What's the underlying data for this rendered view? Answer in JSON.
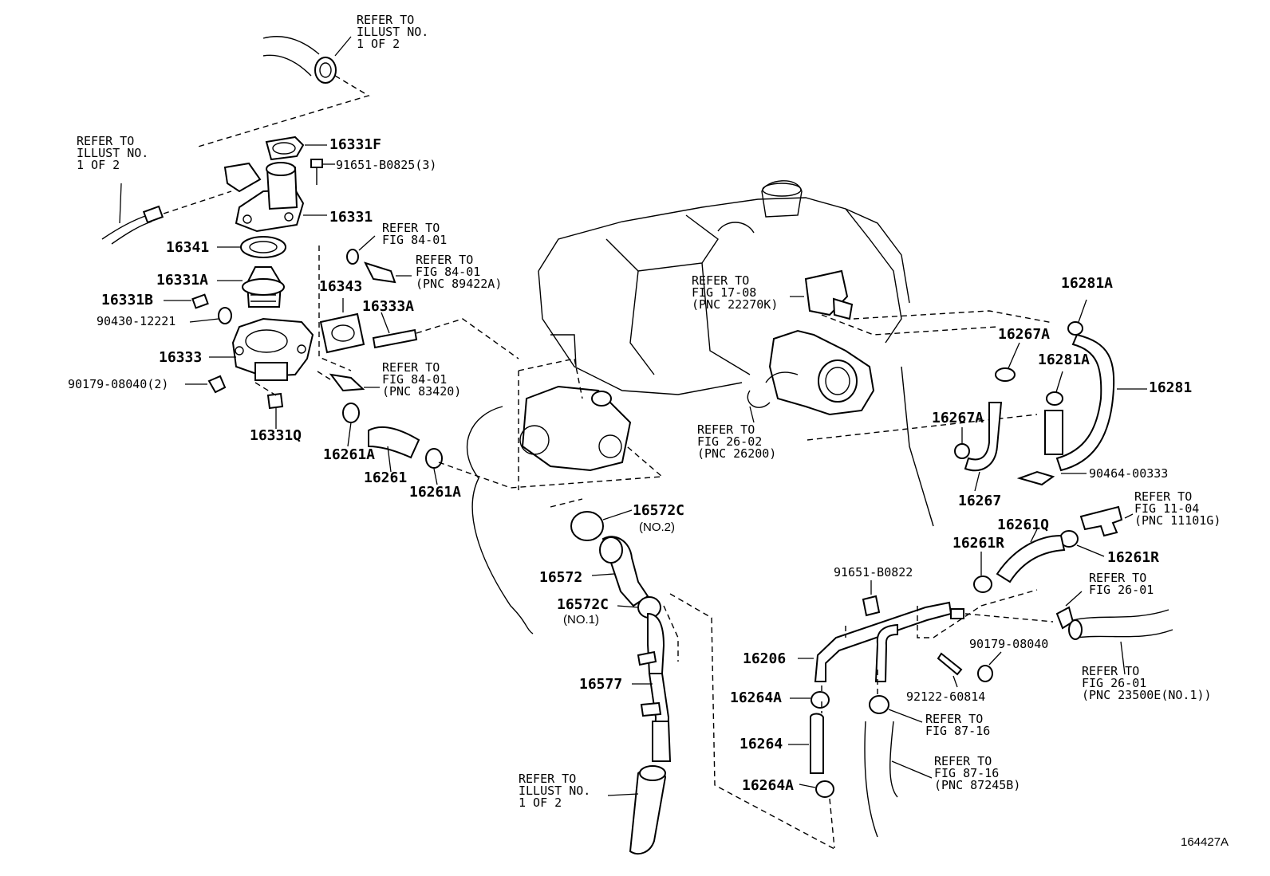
{
  "labels": {
    "ref_top": "REFER TO\nILLUST NO.\n1 OF 2",
    "ref_left": "REFER TO\nILLUST NO.\n1 OF 2",
    "ref_bottom": "REFER TO\nILLUST NO.\n1 OF 2",
    "p16331F": "16331F",
    "p91651_B0825": "91651-B0825(3)",
    "p16331": "16331",
    "p16341": "16341",
    "p16331A": "16331A",
    "p16331B": "16331B",
    "p90430_12221": "90430-12221",
    "p16333": "16333",
    "p90179_08040_2": "90179-08040(2)",
    "p16331Q": "16331Q",
    "ref_fig84_a": "REFER TO\nFIG 84-01",
    "ref_fig84_b": "REFER TO\nFIG 84-01\n(PNC 89422A)",
    "p16343": "16343",
    "p16333A": "16333A",
    "ref_fig84_c": "REFER TO\nFIG 84-01\n(PNC 83420)",
    "p16261A_1": "16261A",
    "p16261": "16261",
    "p16261A_2": "16261A",
    "ref_fig17": "REFER TO\nFIG 17-08\n(PNC 22270K)",
    "ref_fig26_02": "REFER TO\nFIG 26-02\n(PNC 26200)",
    "p16281A_1": "16281A",
    "p16267A_1": "16267A",
    "p16281A_2": "16281A",
    "p16281": "16281",
    "p16267A_2": "16267A",
    "p16267": "16267",
    "p90464_00333": "90464-00333",
    "ref_fig11": "REFER TO\nFIG 11-04\n(PNC 11101G)",
    "p16261Q": "16261Q",
    "p16261R_1": "16261R",
    "p16261R_2": "16261R",
    "p16572C_1": "16572C",
    "no2": "(NO.2)",
    "p16572": "16572",
    "p16572C_2": "16572C",
    "no1": "(NO.1)",
    "p16577": "16577",
    "p91651_B0822": "91651-B0822",
    "ref_fig26_01_a": "REFER TO\nFIG 26-01",
    "p90179_08040": "90179-08040",
    "p16206": "16206",
    "p92122_60814": "92122-60814",
    "ref_fig26_01_b": "REFER TO\nFIG 26-01\n(PNC 23500E(NO.1))",
    "p16264A_1": "16264A",
    "ref_fig87_a": "REFER TO\nFIG 87-16",
    "p16264": "16264",
    "ref_fig87_b": "REFER TO\nFIG 87-16\n(PNC 87245B)",
    "p16264A_2": "16264A",
    "code": "164427A"
  }
}
